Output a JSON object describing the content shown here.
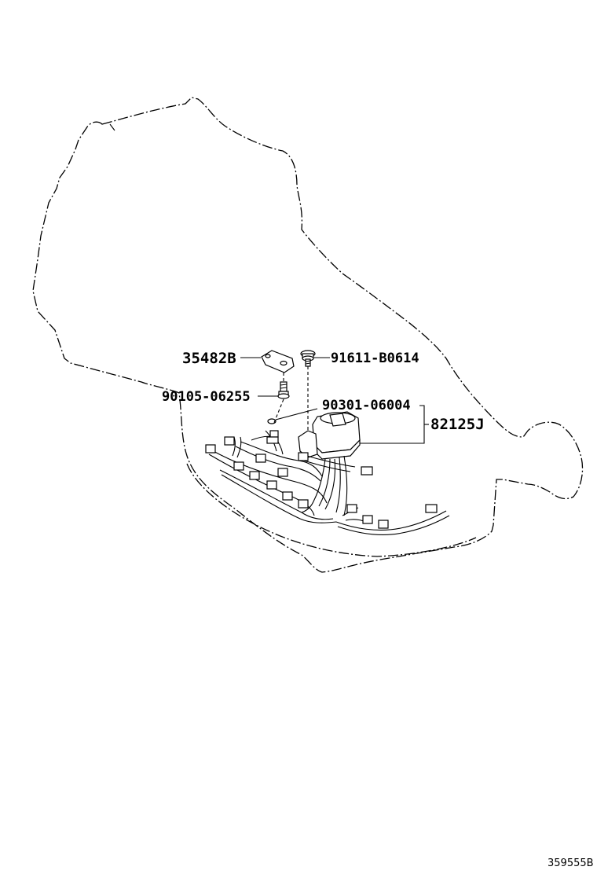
{
  "parts": {
    "bracket": "35482B",
    "bolt_upper": "91611-B0614",
    "bolt_lower": "90105-06255",
    "o_ring": "90301-06004",
    "wire_harness": "82125J"
  },
  "figure_id": "359555B"
}
